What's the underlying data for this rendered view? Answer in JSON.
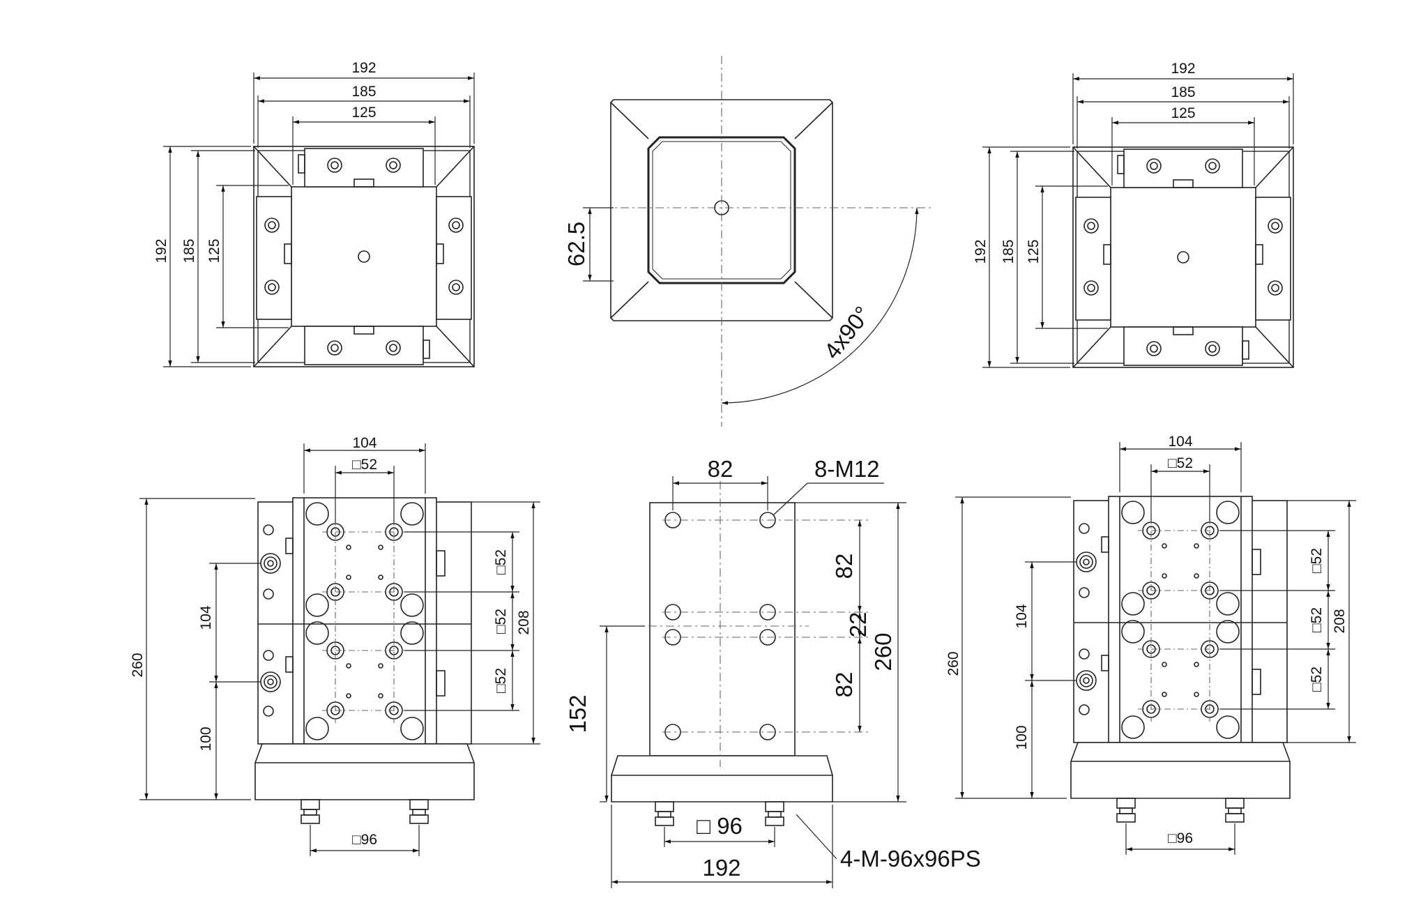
{
  "drawing": {
    "top_left_view": {
      "dim_width_outer": "192",
      "dim_width_mid": "185",
      "dim_width_inner": "125",
      "dim_height_outer": "192",
      "dim_height_mid": "185",
      "dim_height_inner": "125"
    },
    "top_center_view": {
      "dim_offset": "62.5",
      "rotation_note": "4x90°"
    },
    "top_right_view": {
      "dim_width_outer": "192",
      "dim_width_mid": "185",
      "dim_width_inner": "125",
      "dim_height_outer": "192",
      "dim_height_mid": "185",
      "dim_height_inner": "125"
    },
    "bottom_left_view": {
      "dim_top_width": "104",
      "dim_top_square": "□52",
      "dim_total_height": "260",
      "dim_pitch": "104",
      "dim_base_offset": "100",
      "dim_right_square_1": "□52",
      "dim_right_square_2": "□52",
      "dim_right_square_3": "□52",
      "dim_right_total": "208",
      "dim_bottom_square": "□96"
    },
    "bottom_center_view": {
      "dim_hole_spacing": "82",
      "thread_note": "8-M12",
      "dim_vertical_1": "82",
      "dim_vertical_2": "22",
      "dim_vertical_3": "82",
      "dim_total_height": "260",
      "dim_offset": "152",
      "dim_square": "□ 96",
      "dim_base_width": "192",
      "pin_note": "4-M-96x96PS"
    },
    "bottom_right_view": {
      "dim_top_width": "104",
      "dim_top_square": "□52",
      "dim_total_height": "260",
      "dim_pitch": "104",
      "dim_base_offset": "100",
      "dim_right_square_1": "□52",
      "dim_right_square_2": "□52",
      "dim_right_square_3": "□52",
      "dim_right_total": "208",
      "dim_bottom_square": "□96"
    }
  }
}
